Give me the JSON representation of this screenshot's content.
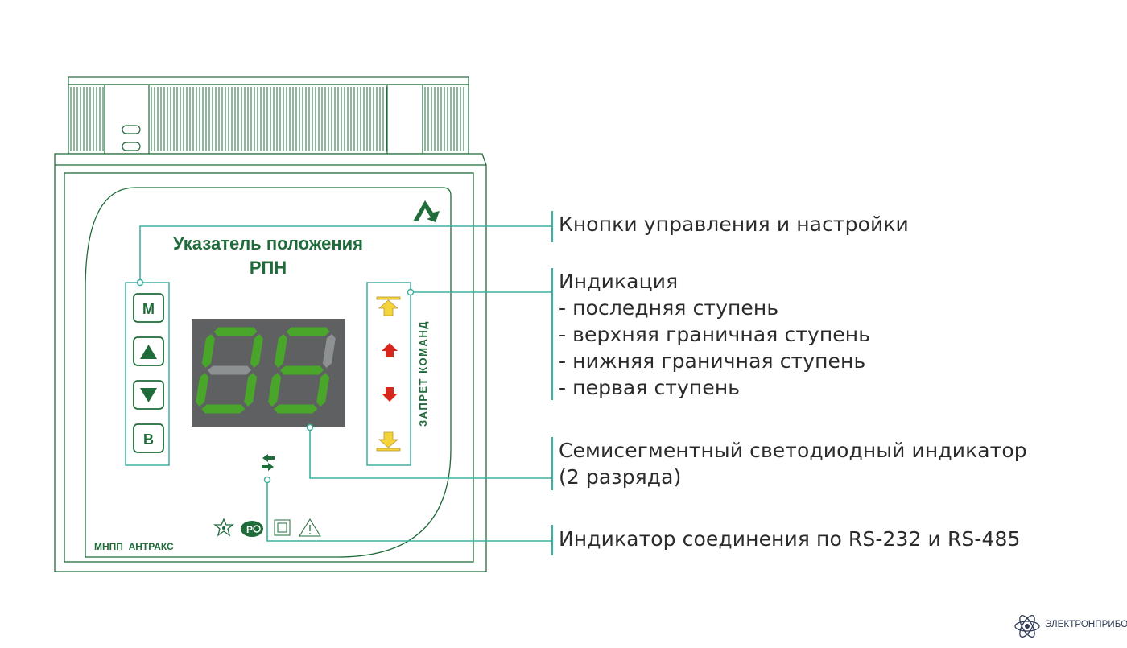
{
  "device": {
    "title_line1": "Указатель положения",
    "title_line2": "РПН",
    "manufacturer": "МНПП  АНТРАКС",
    "buttons": [
      "М",
      "▲",
      "▼",
      "В"
    ],
    "side_label": "ЗАПРЕТ  КОМАНД",
    "digits": [
      "0",
      "6"
    ],
    "colors": {
      "brand_green": "#1f6b3a",
      "leader_teal": "#3fb0a0",
      "segment_on": "#4aa62b",
      "segment_off": "#8e9192",
      "display_bg": "#5e6062",
      "arrow_red": "#d9261c",
      "arrow_yellow": "#f5d33a"
    },
    "icons": [
      "brand-logo-icon",
      "star-certification-icon",
      "rst-certification-icon",
      "double-square-icon",
      "warning-triangle-icon",
      "rs-link-arrows-icon",
      "pointer-up-arrow-icon",
      "arrow-up-icon",
      "arrow-down-icon",
      "pointer-down-arrow-icon"
    ]
  },
  "legend": {
    "controls": "Кнопки управления и настройки",
    "indication_title": "Индикация",
    "indication_items": [
      "- последняя ступень",
      "- верхняя граничная ступень",
      "- нижняя граничная ступень",
      "- первая ступень"
    ],
    "display_line1": "Семисегментный светодиодный индикатор",
    "display_line2": "(2 разряда)",
    "connection": "Индикатор соединения по RS-232 и RS-485"
  },
  "footer": {
    "brand": "ЭЛЕКТРОНПРИБОР"
  }
}
